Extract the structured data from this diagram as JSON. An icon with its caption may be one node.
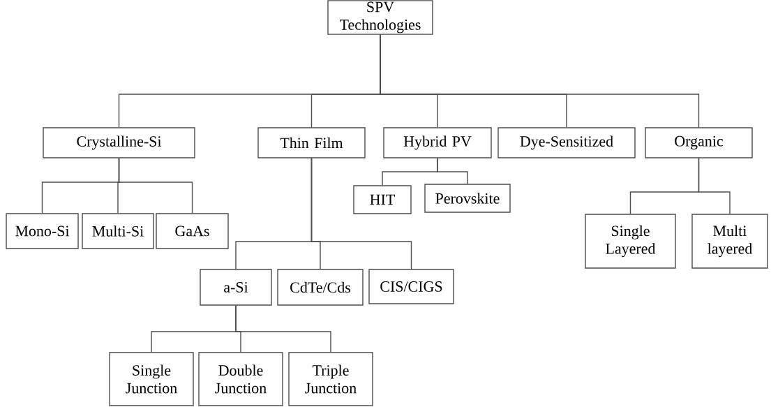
{
  "diagram": {
    "nodes": [
      {
        "text": [
          "SPV Technologies"
        ]
      },
      {
        "text": [
          "Crystalline-Si"
        ]
      },
      {
        "text": [
          "Thin Film"
        ]
      },
      {
        "text": [
          "Hybrid PV"
        ]
      },
      {
        "text": [
          "Dye-Sensitized"
        ]
      },
      {
        "text": [
          "Organic"
        ]
      },
      {
        "text": [
          "Mono-Si"
        ]
      },
      {
        "text": [
          "Multi-Si"
        ]
      },
      {
        "text": [
          "GaAs"
        ]
      },
      {
        "text": [
          "HIT"
        ]
      },
      {
        "text": [
          "Perovskite"
        ]
      },
      {
        "text": [
          "Single Layered"
        ]
      },
      {
        "text": [
          "Multi layered"
        ]
      },
      {
        "text": [
          "a-Si"
        ]
      },
      {
        "text": [
          "CdTe/Cds"
        ]
      },
      {
        "text": [
          "CIS/CIGS"
        ]
      },
      {
        "text": [
          "Single Junction"
        ]
      },
      {
        "text": [
          "Double Junction"
        ]
      },
      {
        "text": [
          "Triple Junction"
        ]
      }
    ],
    "edges": [
      {
        "from": 0,
        "to": 1,
        "arrow": "none"
      },
      {
        "from": 0,
        "to": 2,
        "arrow": "none"
      },
      {
        "from": 0,
        "to": 3,
        "arrow": "none"
      },
      {
        "from": 0,
        "to": 4,
        "arrow": "none"
      },
      {
        "from": 0,
        "to": 5,
        "arrow": "none"
      },
      {
        "from": 1,
        "to": 6,
        "arrow": "none"
      },
      {
        "from": 1,
        "to": 7,
        "arrow": "none"
      },
      {
        "from": 1,
        "to": 8,
        "arrow": "none"
      },
      {
        "from": 3,
        "to": 9,
        "arrow": "none"
      },
      {
        "from": 3,
        "to": 10,
        "arrow": "none"
      },
      {
        "from": 5,
        "to": 11,
        "arrow": "none"
      },
      {
        "from": 5,
        "to": 12,
        "arrow": "none"
      },
      {
        "from": 2,
        "to": 13,
        "arrow": "none"
      },
      {
        "from": 2,
        "to": 14,
        "arrow": "none"
      },
      {
        "from": 2,
        "to": 15,
        "arrow": "none"
      },
      {
        "from": 13,
        "to": 16,
        "arrow": "none"
      },
      {
        "from": 13,
        "to": 17,
        "arrow": "none"
      },
      {
        "from": 13,
        "to": 18,
        "arrow": "none"
      }
    ]
  }
}
